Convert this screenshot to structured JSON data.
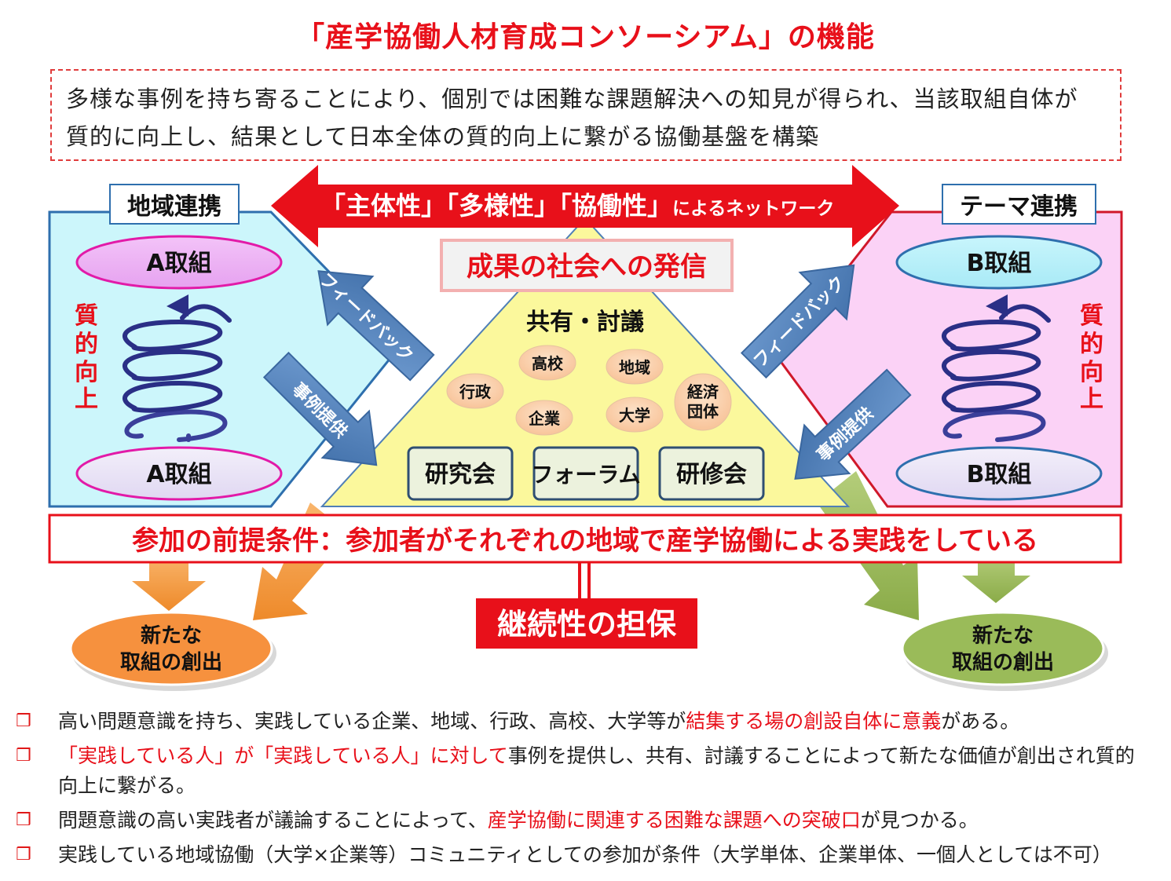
{
  "title": "「産学協働人材育成コンソーシアム」の機能",
  "summary": {
    "line1": "多様な事例を持ち寄ることにより、個別では困難な課題解決への知見が得られ、当該取組自体が",
    "line2": "質的に向上し、結果として日本全体の質的向上に繋がる協働基盤を構築"
  },
  "network_arrow": {
    "part1": "「主体性」「多様性」「協働性」",
    "part2": "によるネットワーク"
  },
  "left_panel": {
    "label": "地域連携",
    "top_ellipse": "A取組",
    "bottom_ellipse": "A取組",
    "side_text": [
      "質",
      "的",
      "向",
      "上"
    ],
    "feedback": "フィードバック",
    "case_provision": "事例提供"
  },
  "right_panel": {
    "label": "テーマ連携",
    "top_ellipse": "B取組",
    "bottom_ellipse": "B取組",
    "side_text": [
      "質",
      "的",
      "向",
      "上"
    ],
    "feedback": "フィードバック",
    "case_provision": "事例提供"
  },
  "pyramid": {
    "top_box": "成果の社会への発信",
    "heading": "共有・討議",
    "stakeholders": {
      "koukou": "高校",
      "chiiki": "地域",
      "gyousei": "行政",
      "keizai_line1": "経済",
      "keizai_line2": "団体",
      "kigyou": "企業",
      "daigaku": "大学"
    },
    "boxes": [
      "研究会",
      "フォーラム",
      "研修会"
    ]
  },
  "precondition": "参加の前提条件：参加者がそれぞれの地域で産学協働による実践をしている",
  "continuity": "継続性の担保",
  "new_left": {
    "line1": "新たな",
    "line2": "取組の創出"
  },
  "new_right": {
    "line1": "新たな",
    "line2": "取組の創出"
  },
  "bullets": {
    "b1": {
      "pre": "高い問題意識を持ち、実践している企業、地域、行政、高校、大学等が",
      "red": "結集する場の創設自体に意義",
      "post": "がある。"
    },
    "b2": {
      "red": "「実践している人」が「実践している人」に対して",
      "post": "事例を提供し、共有、討議することによって新たな価値が創出され質的",
      "line2": "向上に繋がる。"
    },
    "b3": {
      "pre": "問題意識の高い実践者が議論することによって、",
      "red": "産学協働に関連する困難な課題への突破口",
      "post": "が見つかる。"
    },
    "b4": {
      "pre": "実践している地域協働（大学×企業等）コミュニティとしての参加が条件（大学単体、企業単体、一個人としては不可）"
    },
    "marker": "❒"
  },
  "colors": {
    "accent_red": "#e8101a",
    "left_panel_fill": "#ccf6fb",
    "right_panel_fill": "#fbd2f6",
    "pyramid_fill": "#fbf89c",
    "orange": "#f59a3e",
    "olive": "#9abb59",
    "steel_blue": "#4f7fb7"
  }
}
